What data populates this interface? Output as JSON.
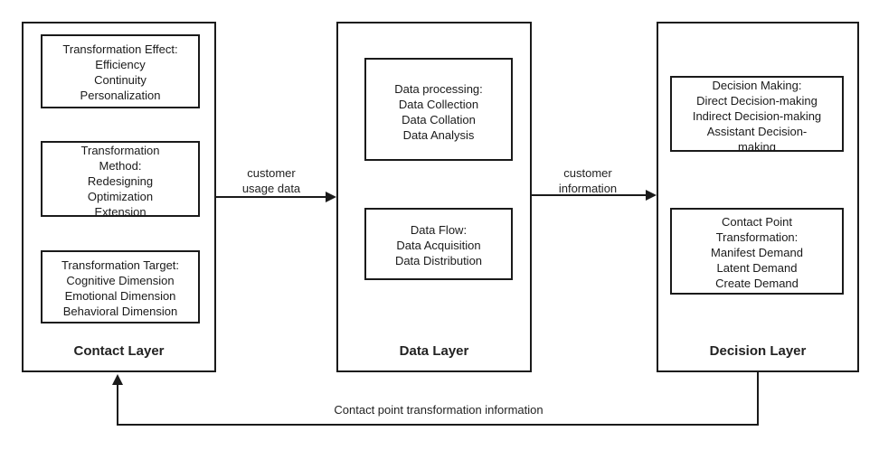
{
  "contact_layer": {
    "title": "Contact Layer",
    "effect": [
      "Transformation Effect:",
      "Efficiency",
      "Continuity",
      "Personalization"
    ],
    "method": [
      "Transformation",
      "Method:",
      "Redesigning",
      "Optimization",
      "Extension"
    ],
    "target": [
      "Transformation Target:",
      "Cognitive Dimension",
      "Emotional Dimension",
      "Behavioral Dimension"
    ]
  },
  "data_layer": {
    "title": "Data Layer",
    "processing": [
      "Data processing:",
      "Data Collection",
      "Data Collation",
      "Data Analysis"
    ],
    "flow": [
      "Data Flow:",
      "Data Acquisition",
      "Data Distribution"
    ]
  },
  "decision_layer": {
    "title": "Decision Layer",
    "decision": [
      "Decision Making:",
      "Direct Decision-making",
      "Indirect Decision-making",
      "Assistant Decision-",
      "making"
    ],
    "contact_point": [
      "Contact Point",
      "Transformation:",
      "Manifest Demand",
      "Latent Demand",
      "Create Demand"
    ]
  },
  "arrows": {
    "contact_to_data": [
      "customer",
      "usage data"
    ],
    "data_to_decision": [
      "customer",
      "information"
    ],
    "feedback": "Contact point transformation information"
  }
}
